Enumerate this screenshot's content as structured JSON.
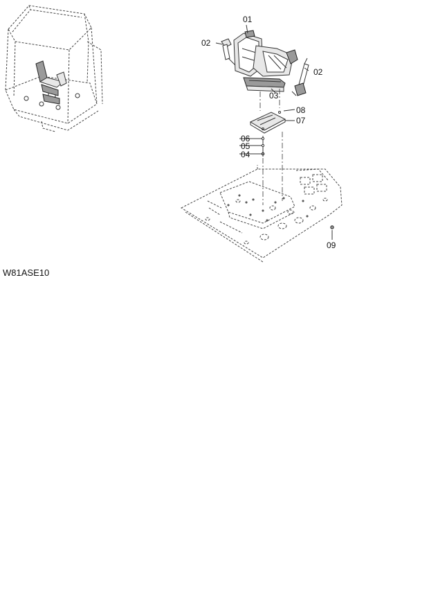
{
  "callouts": {
    "c01": "01",
    "c02_left": "02",
    "c02_right": "02",
    "c03": "03",
    "c04": "04",
    "c05": "05",
    "c06": "06",
    "c07": "07",
    "c08": "08",
    "c09": "09"
  },
  "caption": "W81ASE10"
}
